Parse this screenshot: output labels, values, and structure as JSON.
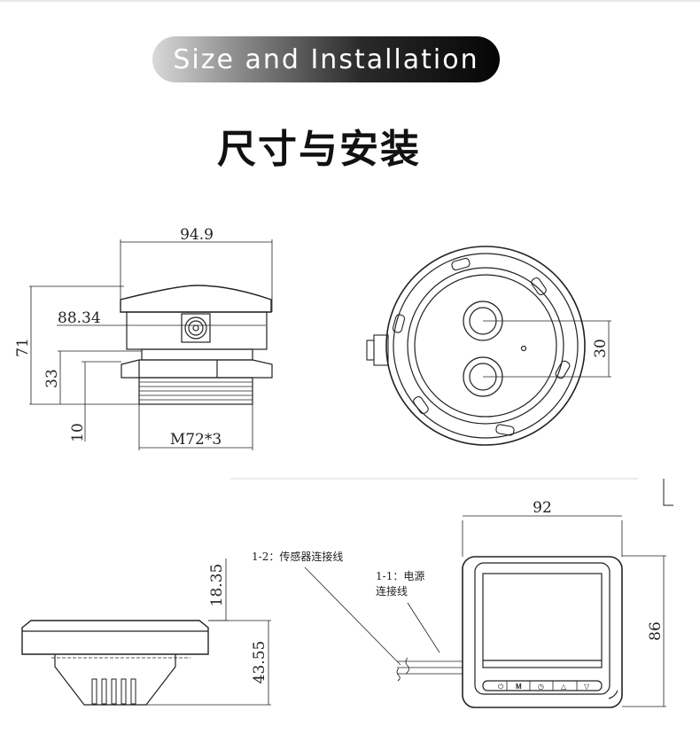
{
  "banner": {
    "label": "Size and Installation"
  },
  "title": "尺寸与安装",
  "side_view": {
    "width": "94.9",
    "body_width": "88.34",
    "total_height": "71",
    "lower_height": "33",
    "thread_height": "10",
    "thread_spec": "M72*3"
  },
  "top_view": {
    "spacing": "30"
  },
  "display_side": {
    "top_height": "18.35",
    "total_height": "43.55"
  },
  "display_front": {
    "width": "92",
    "height": "86",
    "callout_sensor": "1-2：传感器连接线",
    "callout_power_line1": "1-1：电源",
    "callout_power_line2": "连接线",
    "buttons": [
      "⏻",
      "M",
      "◷",
      "△",
      "▽"
    ]
  }
}
